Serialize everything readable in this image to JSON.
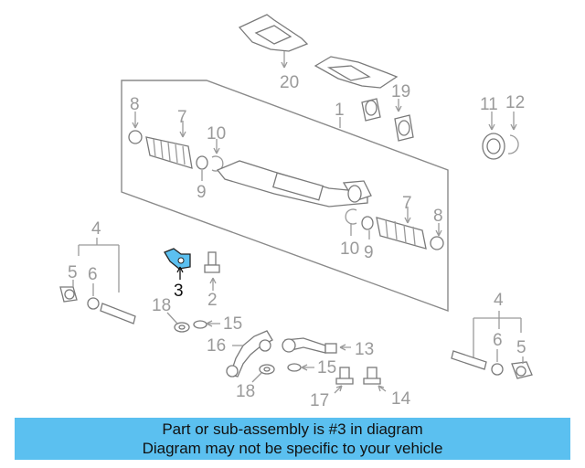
{
  "banner": {
    "line1": "Part or sub-assembly is #3 in diagram",
    "line2": "Diagram may not be specific to your vehicle"
  },
  "highlight_color": "#5bc0f0",
  "callouts": [
    {
      "id": "c1",
      "label": "1"
    },
    {
      "id": "c2",
      "label": "2"
    },
    {
      "id": "c3",
      "label": "3",
      "highlighted": true
    },
    {
      "id": "c4a",
      "label": "4"
    },
    {
      "id": "c4b",
      "label": "4"
    },
    {
      "id": "c5a",
      "label": "5"
    },
    {
      "id": "c5b",
      "label": "5"
    },
    {
      "id": "c6a",
      "label": "6"
    },
    {
      "id": "c6b",
      "label": "6"
    },
    {
      "id": "c7a",
      "label": "7"
    },
    {
      "id": "c7b",
      "label": "7"
    },
    {
      "id": "c8a",
      "label": "8"
    },
    {
      "id": "c8b",
      "label": "8"
    },
    {
      "id": "c9a",
      "label": "9"
    },
    {
      "id": "c9b",
      "label": "9"
    },
    {
      "id": "c10a",
      "label": "10"
    },
    {
      "id": "c10b",
      "label": "10"
    },
    {
      "id": "c11",
      "label": "11"
    },
    {
      "id": "c12",
      "label": "12"
    },
    {
      "id": "c13",
      "label": "13"
    },
    {
      "id": "c14",
      "label": "14"
    },
    {
      "id": "c15a",
      "label": "15"
    },
    {
      "id": "c15b",
      "label": "15"
    },
    {
      "id": "c16",
      "label": "16"
    },
    {
      "id": "c17",
      "label": "17"
    },
    {
      "id": "c18a",
      "label": "18"
    },
    {
      "id": "c18b",
      "label": "18"
    },
    {
      "id": "c19",
      "label": "19"
    },
    {
      "id": "c20",
      "label": "20"
    }
  ]
}
